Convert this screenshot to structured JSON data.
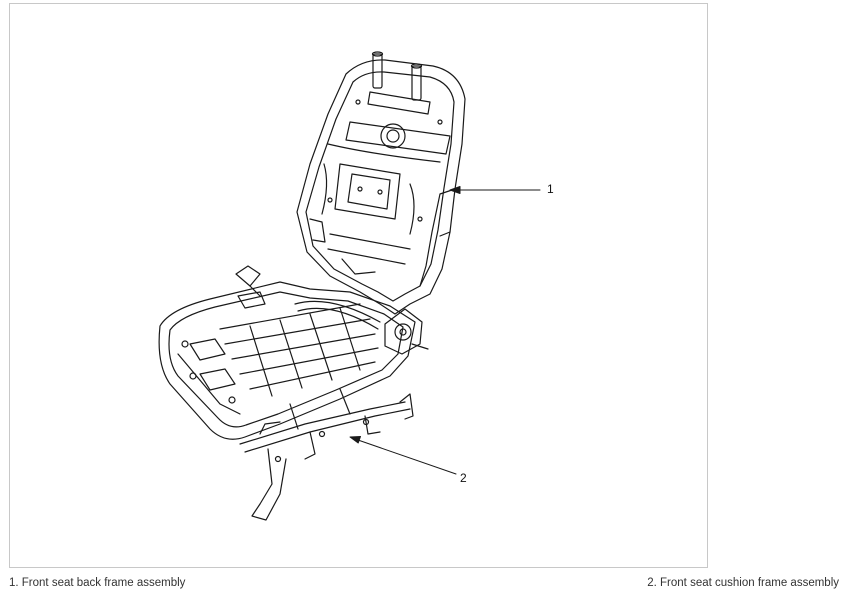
{
  "callouts": {
    "one": "1",
    "two": "2"
  },
  "captions": {
    "left": "1. Front seat back frame assembly",
    "right": "2. Front seat cushion frame assembly"
  },
  "colors": {
    "line": "#1a1a1a",
    "border": "#c8c8c8"
  }
}
